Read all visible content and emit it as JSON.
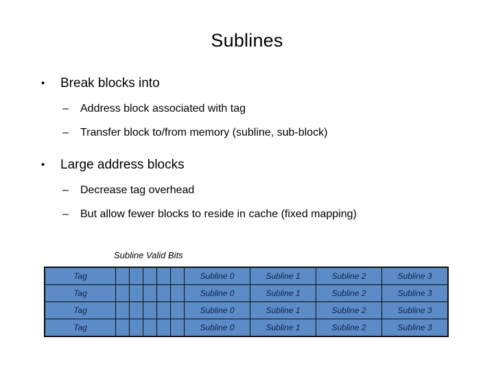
{
  "slide": {
    "title": "Sublines",
    "bullets": [
      {
        "level": 1,
        "marker": "•",
        "text": "Break blocks into",
        "children": [
          {
            "level": 2,
            "marker": "–",
            "text": "Address block associated with tag"
          },
          {
            "level": 2,
            "marker": "–",
            "text": "Transfer block to/from memory (subline, sub-block)"
          }
        ]
      },
      {
        "level": 1,
        "marker": "•",
        "text": "Large address blocks",
        "children": [
          {
            "level": 2,
            "marker": "–",
            "text": "Decrease tag overhead"
          },
          {
            "level": 2,
            "marker": "–",
            "text": "But allow fewer blocks to reside in cache (fixed mapping)"
          }
        ]
      }
    ],
    "diagram": {
      "caption": "Subline Valid Bits",
      "cell_fill_color": "#5B8CC8",
      "cell_border_color": "#0D0D0D",
      "cell_text_color": "#11224A",
      "valid_bit_count": 5,
      "rows": [
        {
          "tag": "Tag",
          "valid_bits": [
            "",
            "",
            "",
            "",
            ""
          ],
          "sublines": [
            "Subline 0",
            "Subline 1",
            "Subline 2",
            "Subline 3"
          ]
        },
        {
          "tag": "Tag",
          "valid_bits": [
            "",
            "",
            "",
            "",
            ""
          ],
          "sublines": [
            "Subline 0",
            "Subline 1",
            "Subline 2",
            "Subline 3"
          ]
        },
        {
          "tag": "Tag",
          "valid_bits": [
            "",
            "",
            "",
            "",
            ""
          ],
          "sublines": [
            "Subline 0",
            "Subline 1",
            "Subline 2",
            "Subline 3"
          ]
        },
        {
          "tag": "Tag",
          "valid_bits": [
            "",
            "",
            "",
            "",
            ""
          ],
          "sublines": [
            "Subline 0",
            "Subline 1",
            "Subline 2",
            "Subline 3"
          ]
        }
      ]
    }
  }
}
